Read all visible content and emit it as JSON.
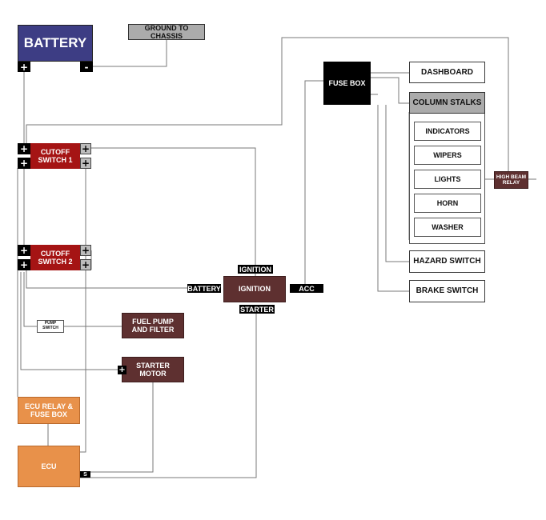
{
  "diagram": {
    "battery": {
      "label": "BATTERY",
      "plus": "+",
      "minus": "-"
    },
    "ground": "GROUND TO CHASSIS",
    "cutoff1": {
      "label": "CUTOFF\nSWITCH 1",
      "plus": "+"
    },
    "cutoff2": {
      "label": "CUTOFF\nSWITCH 2",
      "plus": "+"
    },
    "ignition": {
      "label": "IGNITION",
      "tag_top": "IGNITION",
      "tag_left": "BATTERY",
      "tag_right": "ACC",
      "tag_bottom": "STARTER"
    },
    "fuse_box": "FUSE BOX",
    "dashboard": "DASHBOARD",
    "column_stalks": {
      "header": "COLUMN STALKS",
      "items": [
        "INDICATORS",
        "WIPERS",
        "LIGHTS",
        "HORN",
        "WASHER"
      ]
    },
    "high_beam_relay": "HIGH BEAM\nRELAY",
    "hazard_switch": "HAZARD SWITCH",
    "brake_switch": "BRAKE SWITCH",
    "pump_switch": "PUMP\nSWITCH",
    "fuel_pump": "FUEL PUMP\nAND FILTER",
    "starter_motor": {
      "label": "STARTER MOTOR",
      "plus": "+"
    },
    "ecu_relay": "ECU RELAY &\nFUSE BOX",
    "ecu": {
      "label": "ECU",
      "s": "S"
    }
  }
}
